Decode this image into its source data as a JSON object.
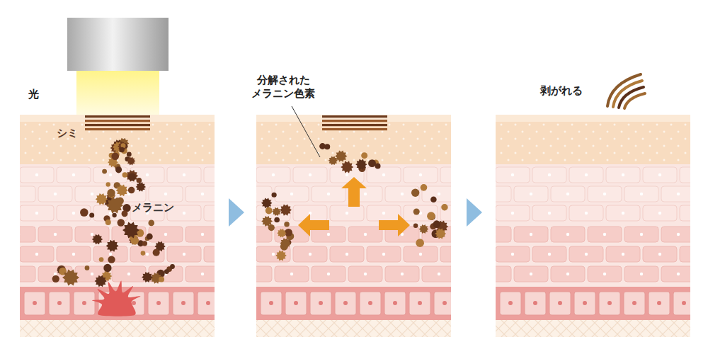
{
  "diagram": {
    "labels": [
      "光",
      "シミ",
      "メラニン",
      "分解された メラニン色素",
      "剥がれる"
    ]
  }
}
